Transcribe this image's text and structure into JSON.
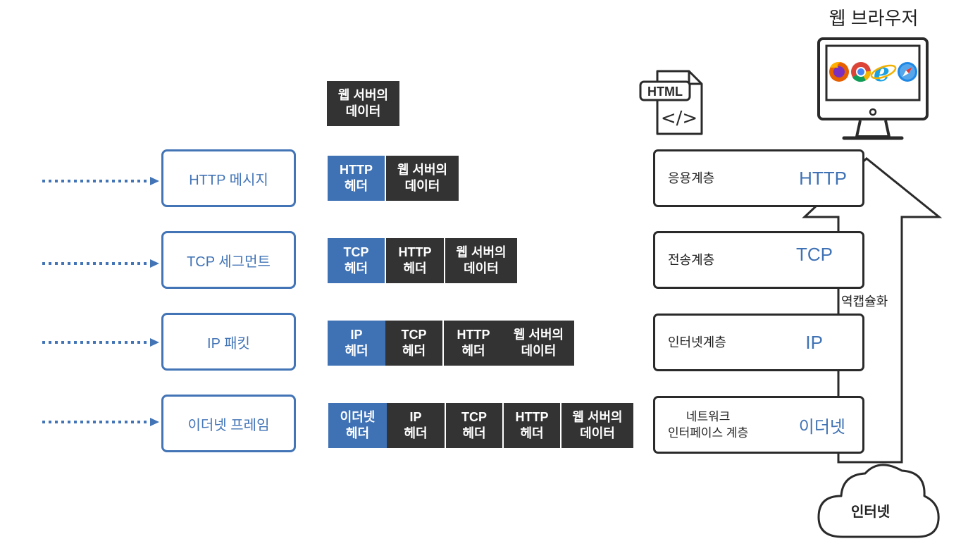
{
  "browser": {
    "title": "웹 브라우저",
    "logos": [
      "firefox-icon",
      "chrome-icon",
      "ie-icon",
      "safari-icon"
    ]
  },
  "html_file": {
    "label": "HTML",
    "symbol": "</>"
  },
  "server_data": "웹 서버의\n데이터",
  "rows": [
    {
      "label": "HTTP 메시지",
      "segments": [
        {
          "text": "HTTP\n헤더",
          "style": "blue"
        },
        {
          "text": "웹 서버의\n데이터",
          "style": "dark"
        }
      ]
    },
    {
      "label": "TCP 세그먼트",
      "segments": [
        {
          "text": "TCP\n헤더",
          "style": "blue"
        },
        {
          "text": "HTTP\n헤더",
          "style": "dark"
        },
        {
          "text": "웹 서버의\n데이터",
          "style": "dark"
        }
      ]
    },
    {
      "label": "IP 패킷",
      "segments": [
        {
          "text": "IP\n헤더",
          "style": "blue"
        },
        {
          "text": "TCP\n헤더",
          "style": "dark"
        },
        {
          "text": "HTTP\n헤더",
          "style": "dark"
        },
        {
          "text": "웹 서버의\n데이터",
          "style": "dark"
        }
      ]
    },
    {
      "label": "이더넷 프레임",
      "segments": [
        {
          "text": "이더넷\n헤더",
          "style": "blue"
        },
        {
          "text": "IP\n헤더",
          "style": "dark"
        },
        {
          "text": "TCP\n헤더",
          "style": "dark"
        },
        {
          "text": "HTTP\n헤더",
          "style": "dark"
        },
        {
          "text": "웹 서버의\n데이터",
          "style": "dark"
        }
      ]
    }
  ],
  "layers": [
    {
      "name": "응용계층",
      "protocol": "HTTP"
    },
    {
      "name": "전송계층",
      "protocol": "TCP"
    },
    {
      "name": "인터넷계층",
      "protocol": "IP"
    },
    {
      "name": "네트워크\n인터페이스 계층",
      "protocol": "이더넷"
    }
  ],
  "arrow_label": "역캡슐화",
  "cloud_label": "인터넷",
  "colors": {
    "accent": "#4274b6",
    "segment_blue": "#3f72b5",
    "segment_dark": "#333333",
    "outline": "#2a2a2a"
  }
}
